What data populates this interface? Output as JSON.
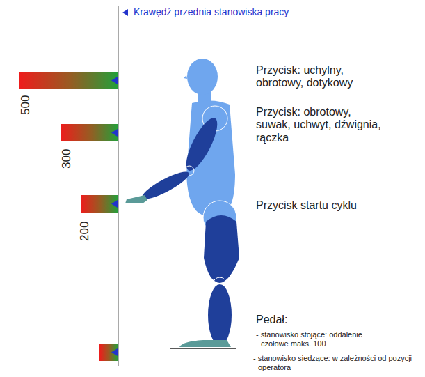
{
  "diagram": {
    "labels": [
      "Krawędź przednia stanowiska pracy",
      "500",
      "300",
      "200",
      "Przycisk: uchylny, obrotowy, dotykowy",
      "Przycisk: obrotowy, suwak, uchwyt, dźwignia, rączka",
      "Przycisk startu cyklu",
      "Pedał:",
      "- stanowisko stojące: oddalenie czołowe maks. 100",
      "- stanowisko siedzące: w zależności od pozycji operatora"
    ]
  }
}
